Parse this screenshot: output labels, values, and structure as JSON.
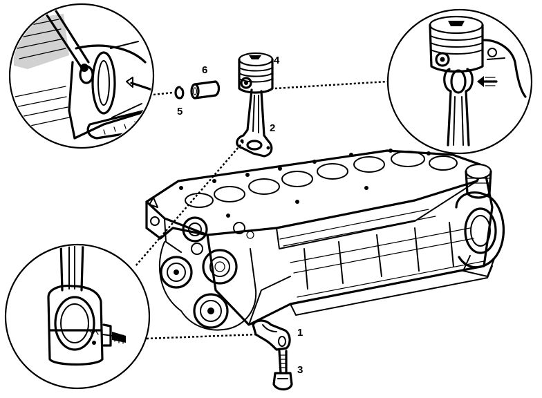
{
  "figure": {
    "callouts": [
      {
        "id": "piston-label",
        "text": "4"
      },
      {
        "id": "piston-pin-label",
        "text": "6"
      },
      {
        "id": "circlip-label",
        "text": "5"
      },
      {
        "id": "connecting-rod-label",
        "text": "2"
      },
      {
        "id": "rod-cap-label",
        "text": "1"
      },
      {
        "id": "rod-bolt-label",
        "text": "3"
      }
    ],
    "detail_views": [
      {
        "name": "circlip-detail-view"
      },
      {
        "name": "piston-install-detail-view"
      },
      {
        "name": "rod-cap-detail-view"
      }
    ]
  }
}
